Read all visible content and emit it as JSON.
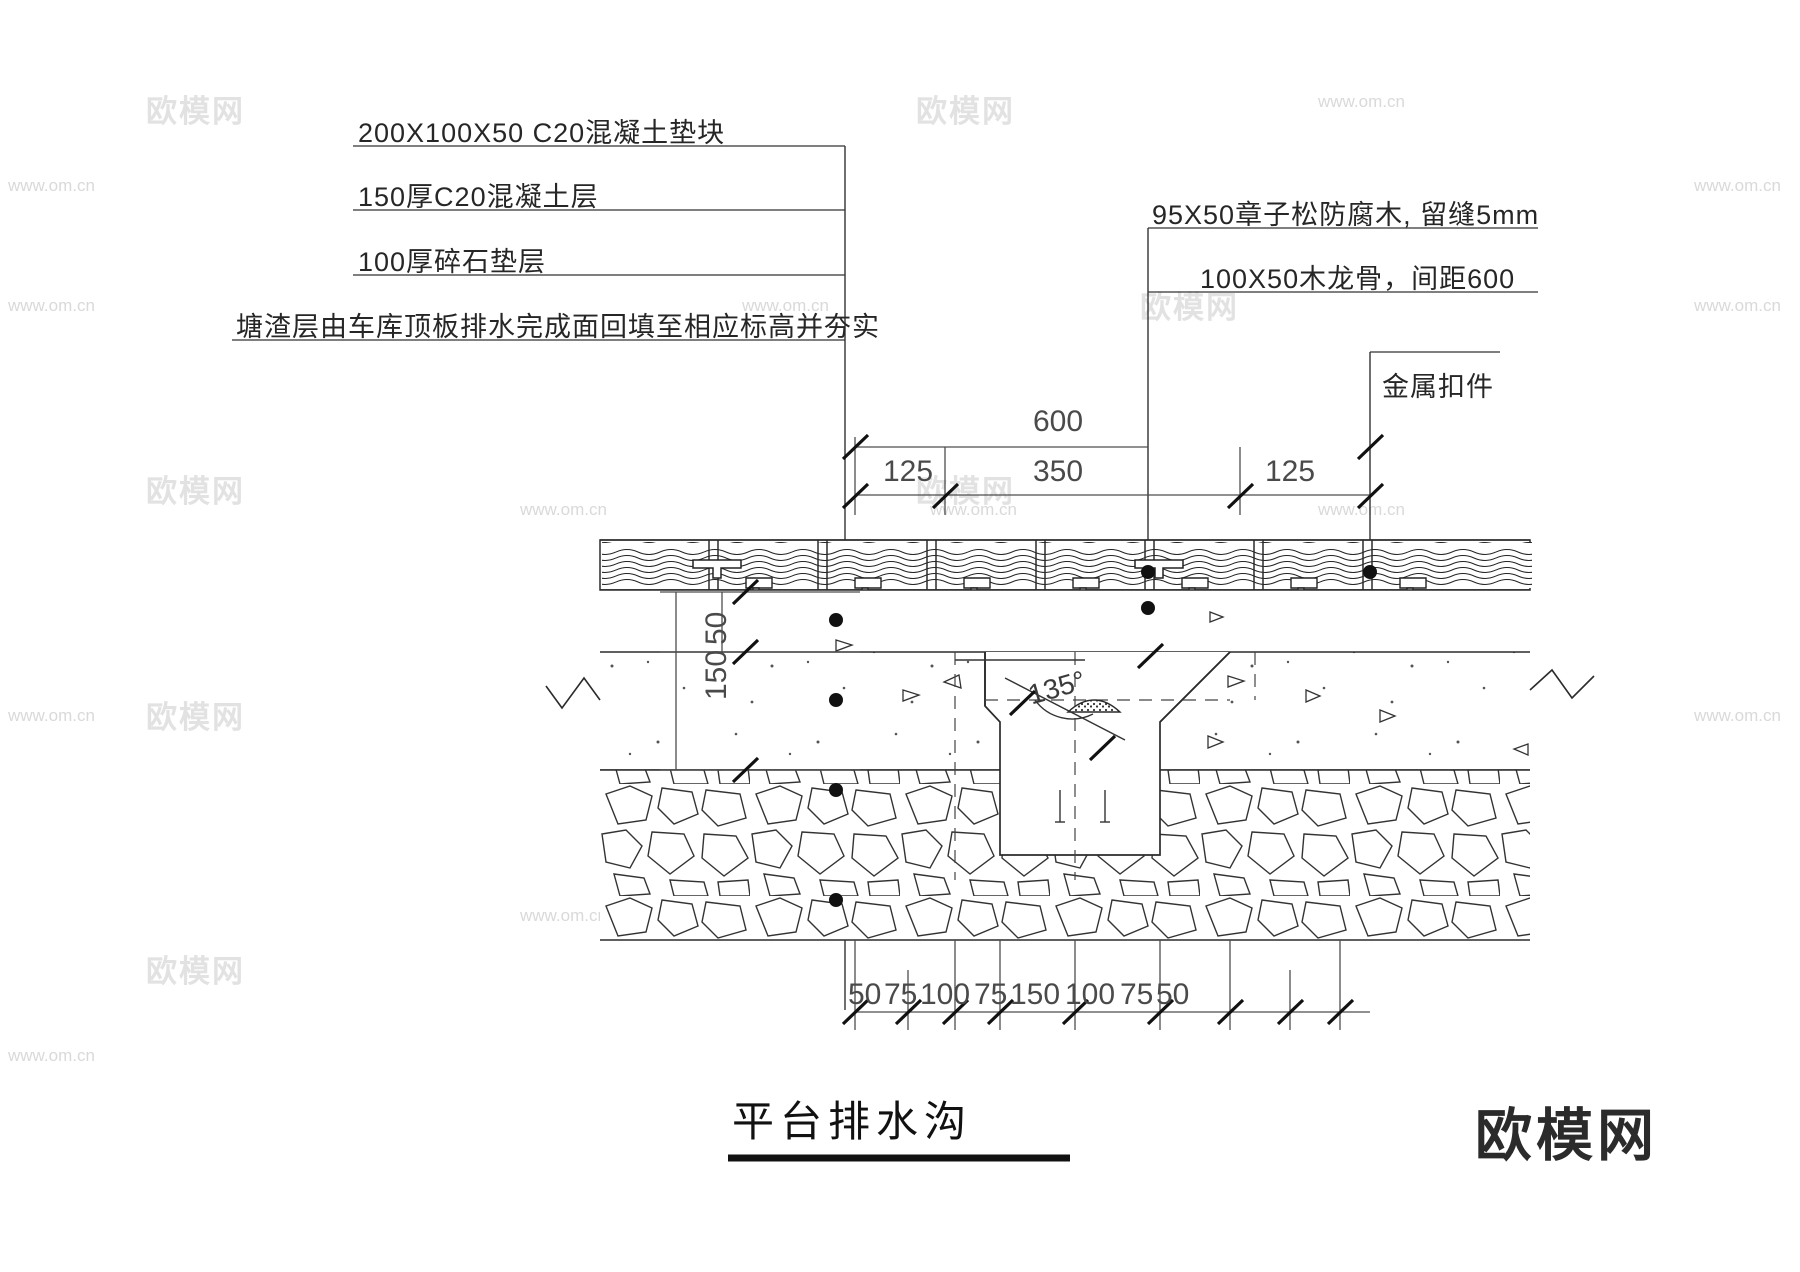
{
  "drawing": {
    "title": "平台排水沟",
    "left_notes": [
      "200X100X50 C20混凝土垫块",
      "150厚C20混凝土层",
      "100厚碎石垫层",
      "塘渣层由车库顶板排水完成面回填至相应标高并夯实"
    ],
    "right_notes": [
      "95X50章子松防腐木, 留缝5mm",
      "100X50木龙骨，间距600",
      "金属扣件"
    ],
    "top_dimensions": {
      "total": "600",
      "segments": [
        "125",
        "350",
        "125"
      ]
    },
    "vertical_dimensions": {
      "concrete": "150",
      "block": "50"
    },
    "bottom_dimensions": [
      "50",
      "75",
      "100",
      "75",
      "150",
      "100",
      "75",
      "50"
    ],
    "angle_note": "135°"
  },
  "watermarks": {
    "url": "www.om.cn",
    "url_long": "www.om.cn",
    "logo": "欧模网",
    "brand": "欧模网"
  }
}
